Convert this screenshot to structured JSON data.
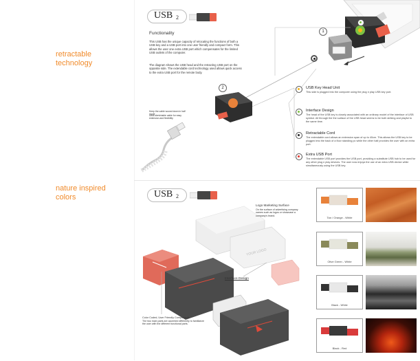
{
  "side_labels": {
    "top": "retractable technology",
    "bottom": "nature inspired colors"
  },
  "top": {
    "logo": "USB",
    "logo_sub": "2",
    "functionality_title": "Functionality",
    "para1": "This USB has the unique capacity of relocating the functions of both a USB key and a USB port into one user friendly and compact form. This allows the user one extra USB port which compensates for the limited USB outlets of the computer.",
    "para2": "The diagram shows the USB head and the retracting USB port on the opposite side. The extendable cord technology used allows quick access to the extra USB port for the remote body.",
    "notes": [
      "Keep the cable wound down in half mode",
      "Ultra-stretchable cable for easy extension and flexibility"
    ],
    "markers": [
      "1",
      "2"
    ],
    "features": [
      {
        "title": "USB Key Head Unit",
        "desc": "This side is plugged into the computer using the plug n play USB key port.",
        "color": "#f5b41c"
      },
      {
        "title": "Interface Design",
        "desc": "The head of the USB key is closely associated with an ordinary model of the interface of USB symbol. All through the the surface of the USB head seems to be both striking and playful to the same time.",
        "color": "#7dc242"
      },
      {
        "title": "Retractable Cord",
        "desc": "The extendable cord allows an extension span of up to 40cm. This allows the USB key to be plugged into the back of a floor standing pc while the other half provides the user with an extra port.",
        "color": "#222222"
      },
      {
        "title": "Extra USB Port",
        "desc": "The extendable USB port provides the USB port, providing a substitute USB hub to be used for any other plug n play devices. The user now enjoys the use of an extra USB device while simultaneously using the USB key.",
        "color": "#e3342c"
      }
    ]
  },
  "bottom": {
    "logo": "USB",
    "logo_sub": "2",
    "logo_surface": "Logo Marketing Surface",
    "logo_surface_desc": "On the surface of advertising company names such as logos or showcase a company's brand.",
    "cap_text": "YOUR LOGO",
    "interface_label": "Interface Design",
    "color_coded_title": "Color Coded, User Friendly Components",
    "color_coded_desc": "The two main parts are accented differently to familiarize the user with the different functional parts.",
    "variants": [
      {
        "label": "Tan / Orange - White",
        "accent": "#e8823a",
        "body": "#e8dfd4"
      },
      {
        "label": "Olive Green - White",
        "accent": "#8a8a5a",
        "body": "#e6e6dc"
      },
      {
        "label": "Black - White",
        "accent": "#333333",
        "body": "#e8e8e8"
      },
      {
        "label": "Black - Red",
        "accent": "#d93b3b",
        "body": "#3a3a3a"
      }
    ]
  }
}
